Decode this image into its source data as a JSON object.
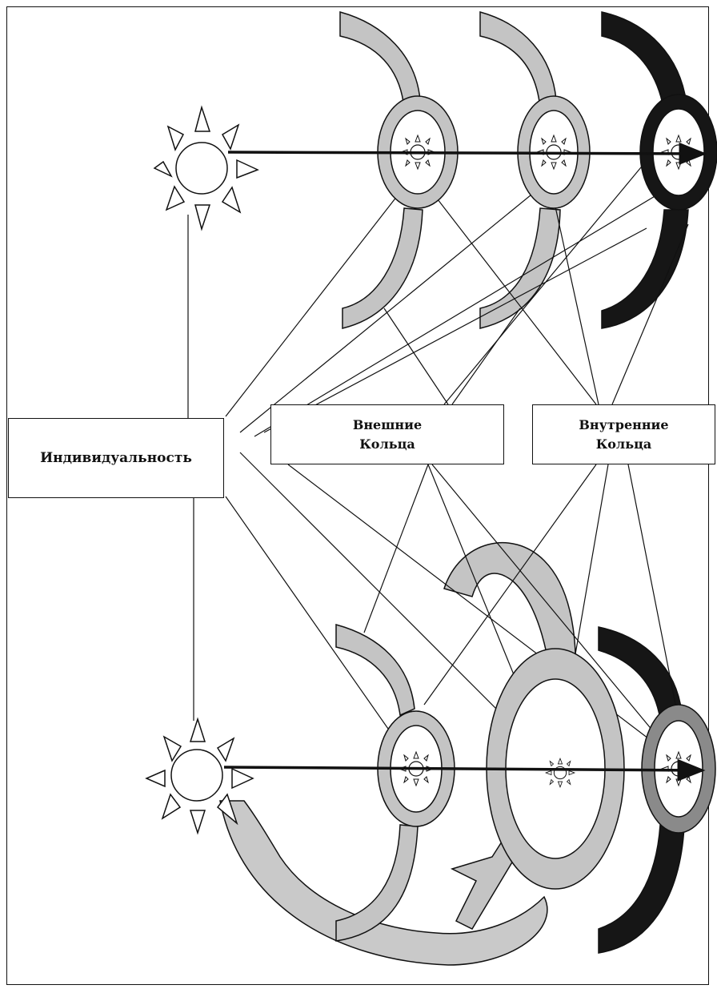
{
  "labels": {
    "individuality": "Индивидуальность",
    "outer_rings": {
      "line1": "Внешние",
      "line2": "Кольца"
    },
    "inner_rings": {
      "line1": "Внутренние",
      "line2": "Кольца"
    }
  },
  "colors": {
    "line": "#111111",
    "light_ring": "#c4c4c4",
    "dark_ring": "#161616",
    "mid_ring": "#8a8a8a",
    "spiral": "#bdbdbd"
  }
}
